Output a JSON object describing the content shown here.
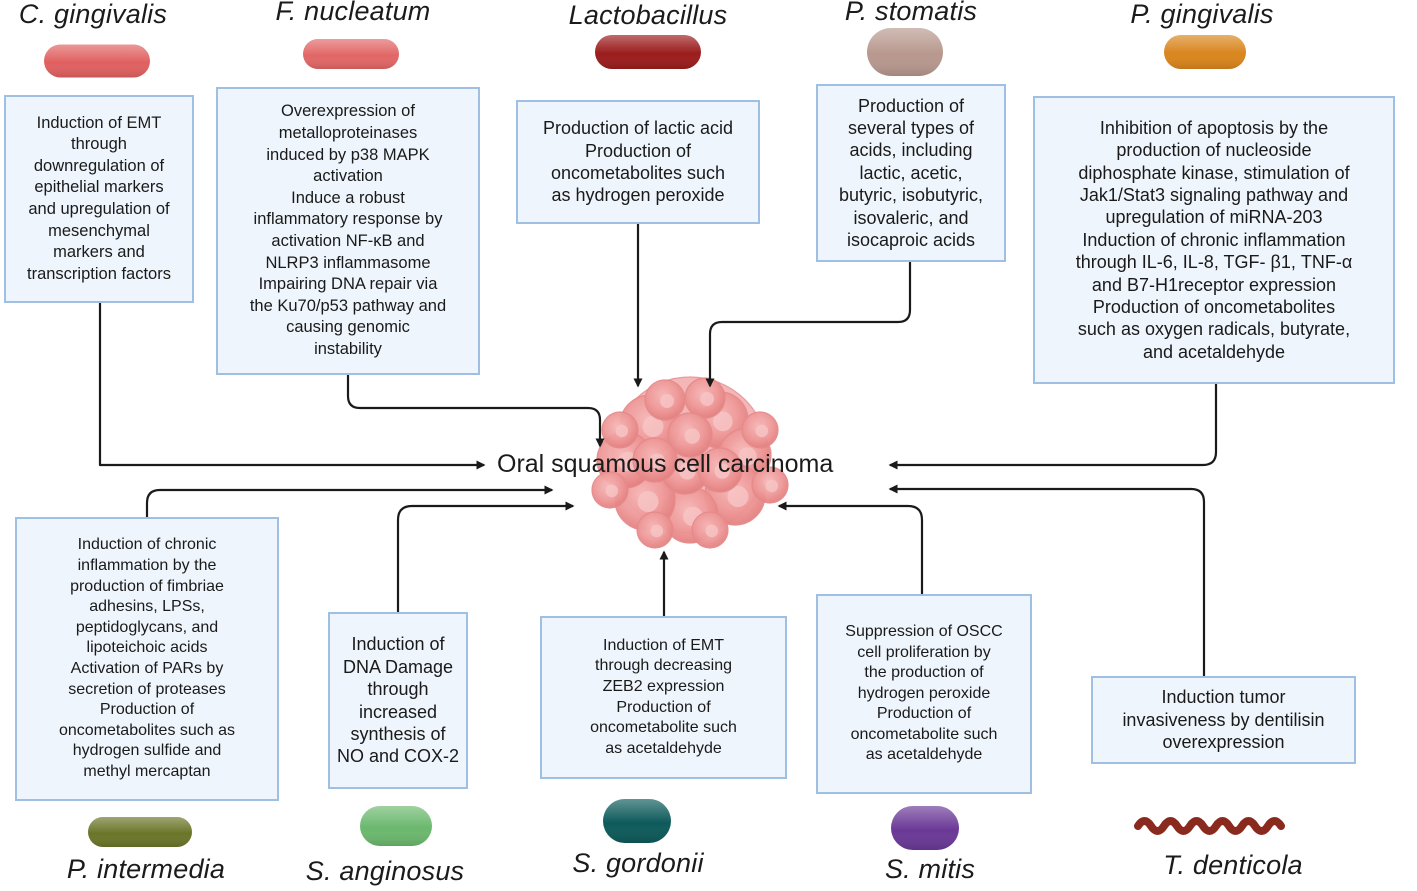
{
  "center": {
    "label": "Oral squamous cell carcinoma"
  },
  "top_bacteria": [
    {
      "name": "C. gingivalis",
      "color": "#e06060",
      "lines": [
        "Induction of EMT",
        "through",
        "downregulation of",
        "epithelial markers",
        "and upregulation of",
        "mesenchymal",
        "markers and",
        "transcription factors"
      ]
    },
    {
      "name": "F. nucleatum",
      "color": "#e26666",
      "lines": [
        "Overexpression of",
        "metalloproteinases",
        "induced by p38 MAPK",
        "activation",
        "Induce a robust",
        "inflammatory response by",
        "activation NF-κB and",
        "NLRP3 inflammasome",
        "Impairing DNA repair via",
        "the Ku70/p53 pathway and",
        "causing genomic",
        "instability"
      ]
    },
    {
      "name": "Lactobacillus",
      "color": "#9b1c1c",
      "lines": [
        "Production of lactic acid",
        "Production of",
        "oncometabolites such",
        "as hydrogen peroxide"
      ]
    },
    {
      "name": "P. stomatis",
      "color": "#b8988e",
      "lines": [
        "Production of",
        "several types of",
        "acids, including",
        "lactic, acetic,",
        "butyric, isobutyric,",
        "isovaleric, and",
        "isocaproic acids"
      ]
    },
    {
      "name": "P. gingivalis",
      "color": "#d9851c",
      "lines": [
        "Inhibition of apoptosis by the",
        "production of nucleoside",
        "diphosphate kinase, stimulation of",
        "Jak1/Stat3 signaling pathway and",
        "upregulation of miRNA-203",
        "Induction of chronic inflammation",
        "through IL-6, IL-8, TGF-   β1, TNF-α",
        "and B7-H1receptor expression",
        "Production of oncometabolites",
        "such as oxygen radicals, butyrate,",
        "and acetaldehyde"
      ]
    }
  ],
  "bottom_bacteria": [
    {
      "name": "P. intermedia",
      "color": "#6b7528",
      "lines": [
        "Induction of chronic",
        "inflammation by the",
        "production of fimbriae",
        "adhesins, LPSs,",
        "peptidoglycans, and",
        "lipoteichoic acids",
        "Activation of PARs by",
        "secretion of proteases",
        "Production of",
        "oncometabolites such as",
        "hydrogen sulfide and",
        "methyl mercaptan"
      ]
    },
    {
      "name": "S. anginosus",
      "color": "#6bb86e",
      "lines": [
        "Induction of",
        "DNA Damage",
        "through",
        "increased",
        "synthesis of",
        "NO and    COX-2"
      ]
    },
    {
      "name": "S. gordonii",
      "color": "#0d5a5a",
      "lines": [
        "Induction of EMT",
        "through decreasing",
        "ZEB2 expression",
        "Production of",
        "oncometabolite such",
        "as acetaldehyde"
      ]
    },
    {
      "name": "S. mitis",
      "color": "#6a3896",
      "lines": [
        "Suppression of OSCC",
        "cell proliferation by",
        "the production of",
        "hydrogen peroxide",
        "Production of",
        "oncometabolite such",
        "as acetaldehyde"
      ]
    },
    {
      "name": "T. denticola",
      "color": "#8a2a1e",
      "lines": [
        "Induction tumor",
        "invasiveness by dentilisin",
        "overexpression"
      ]
    }
  ]
}
